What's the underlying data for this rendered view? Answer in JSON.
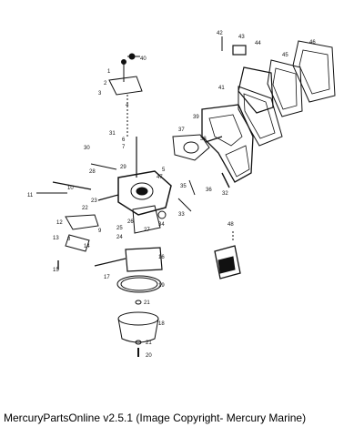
{
  "caption": "MercuryPartsOnline v2.5.1 (Image Copyright- Mercury Marine)",
  "callouts": {
    "n1": "1",
    "n2": "2",
    "n3": "3",
    "n4": "4",
    "n5": "5",
    "n6": "6",
    "n7": "7",
    "n8": "8",
    "n9": "9",
    "n10": "10",
    "n11": "11",
    "n12": "12",
    "n13": "13",
    "n14": "14",
    "n15": "15",
    "n16": "16",
    "n17": "17",
    "n18": "18",
    "n19": "19",
    "n20": "20",
    "n21a": "21",
    "n21b": "21",
    "n22": "22",
    "n23": "23",
    "n24": "24",
    "n25": "25",
    "n26": "26",
    "n27": "27",
    "n28": "28",
    "n29": "29",
    "n30": "30",
    "n31": "31",
    "n32": "32",
    "n33": "33",
    "n34": "34",
    "n35": "35",
    "n36": "36",
    "n37": "37",
    "n38": "38",
    "n39": "39",
    "n40": "40",
    "n41": "41",
    "n42": "42",
    "n43": "43",
    "n44": "44",
    "n45": "45",
    "n46": "46",
    "n47": "47",
    "n48": "48"
  }
}
